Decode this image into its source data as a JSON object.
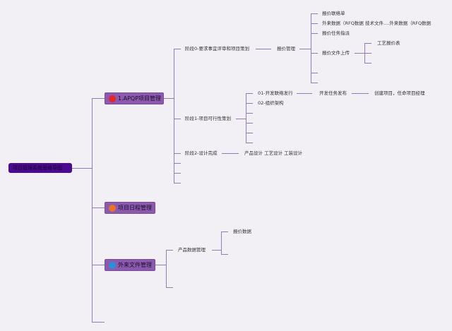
{
  "root": {
    "label": "项目管理系统思维导图"
  },
  "branches": [
    {
      "label": "1.APQP项目管理",
      "icon": "priority-1-icon",
      "icon_color": "#e5262b",
      "children": [
        {
          "label": "阶段0-要求事宜评审和项目策划",
          "children": [
            {
              "label": "报价管理",
              "children": [
                {
                  "label": "报价联络单"
                },
                {
                  "label": "外来数据（RFQ数据 技术文件....外来数据（RFQ数据"
                },
                {
                  "label": "报价任务指派"
                },
                {
                  "label": "报价文件上传",
                  "children": [
                    {
                      "label": "工艺报价表"
                    }
                  ]
                }
              ]
            }
          ]
        },
        {
          "label": "阶段1-项目可行性策划",
          "children": [
            {
              "label": "01-开发联络发行",
              "children": [
                {
                  "label": "开发任务发布",
                  "children": [
                    {
                      "label": "创建项目，任命项目经理"
                    }
                  ]
                }
              ]
            },
            {
              "label": "02-组织架构"
            }
          ]
        },
        {
          "label": "阶段2-设计完成",
          "children": [
            {
              "label": "产品设计 工艺设计 工装设计"
            }
          ]
        }
      ]
    },
    {
      "label": "项目日程管理",
      "icon": "progress-icon",
      "icon_color": "#e8732a"
    },
    {
      "label": "外来文件管理",
      "icon": "info-icon",
      "icon_color": "#2a8fd6",
      "children": [
        {
          "label": "产品数据管理",
          "children": [
            {
              "label": "报价数据"
            }
          ]
        }
      ]
    }
  ]
}
